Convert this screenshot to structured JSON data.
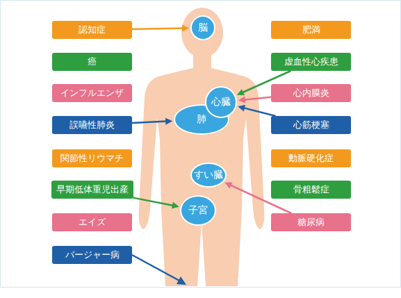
{
  "diagram": {
    "nodes": [
      {
        "text": [
          "認知症"
        ]
      },
      {
        "text": [
          "癌"
        ]
      },
      {
        "text": [
          "インフルエンザ"
        ]
      },
      {
        "text": [
          "誤嚥性肺炎"
        ]
      },
      {
        "text": [
          "関節性リウマチ"
        ]
      },
      {
        "text": [
          "早期低体重児出産"
        ]
      },
      {
        "text": [
          "エイズ"
        ]
      },
      {
        "text": [
          "バージャー病"
        ]
      },
      {
        "text": [
          "脳"
        ]
      },
      {
        "text": [
          "心臓"
        ]
      },
      {
        "text": [
          "肺"
        ]
      },
      {
        "text": [
          "すい臓"
        ]
      },
      {
        "text": [
          "子宮"
        ]
      },
      {
        "text": [
          "肥満"
        ]
      },
      {
        "text": [
          "虚血性心疾患"
        ]
      },
      {
        "text": [
          "心内膜炎"
        ]
      },
      {
        "text": [
          "心筋梗塞"
        ]
      },
      {
        "text": [
          "動脈硬化症"
        ]
      },
      {
        "text": [
          "骨粗鬆症"
        ]
      },
      {
        "text": [
          "糖尿病"
        ]
      }
    ],
    "edges": [
      {
        "from": 0,
        "to": 8,
        "arrow": "to"
      },
      {
        "from": 3,
        "to": 10,
        "arrow": "to"
      },
      {
        "from": 5,
        "to": 12,
        "arrow": "to"
      },
      {
        "from": 14,
        "to": 9,
        "arrow": "to"
      },
      {
        "from": 15,
        "to": 9,
        "arrow": "to"
      },
      {
        "from": 16,
        "to": 9,
        "arrow": "to"
      },
      {
        "from": 19,
        "to": 11,
        "arrow": "to"
      }
    ]
  }
}
